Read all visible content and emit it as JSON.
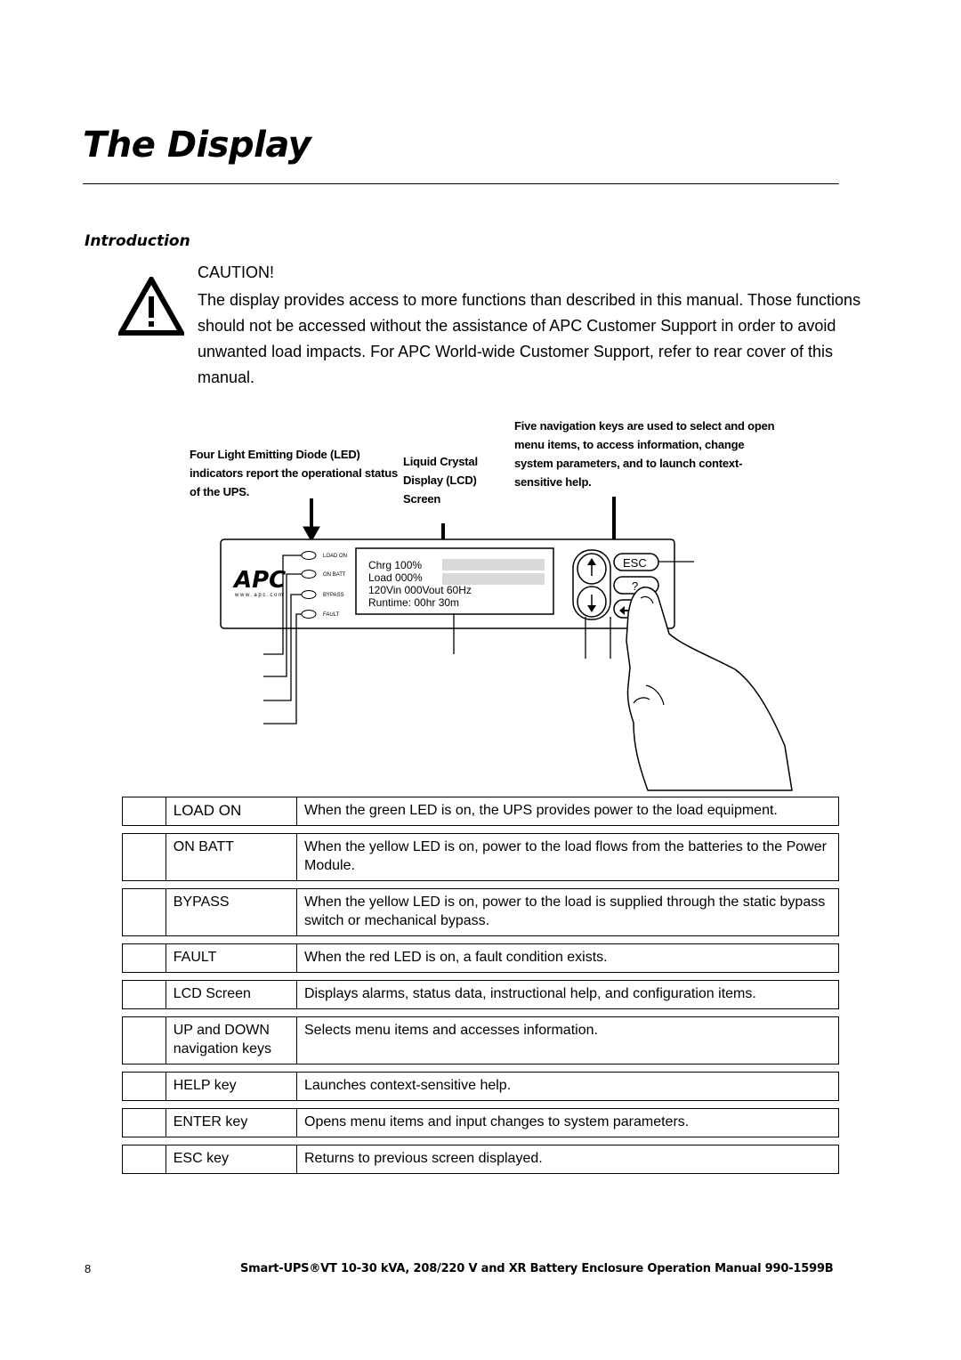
{
  "page": {
    "title": "The Display",
    "section": "Introduction"
  },
  "caution": {
    "heading": "CAUTION!",
    "body": "The display provides access to more functions than described in this manual. Those functions should not be accessed without the assistance of APC Customer Support in order to avoid unwanted load impacts. For APC World-wide Customer Support, refer to rear cover of this manual.",
    "icon": "warning-triangle-icon"
  },
  "callouts": {
    "led": "Four Light Emitting Diode (LED) indicators report the operational status of the UPS.",
    "lcd": "Liquid Crystal Display (LCD) Screen",
    "nav": "Five navigation keys are used to select and open menu items, to access information, change system parameters, and to launch context-sensitive help."
  },
  "panel": {
    "logo": "APC",
    "website": "w w w . a p c . c o m",
    "leds": [
      "LOAD ON",
      "ON BATT",
      "BYPASS",
      "FAULT"
    ],
    "lcd_lines": [
      "Chrg 100%",
      "Load 000%",
      "120Vin 000Vout 60Hz",
      "Runtime: 00hr 30m"
    ],
    "keys": {
      "esc": "ESC",
      "help": "?"
    }
  },
  "legend": [
    {
      "item": "LOAD ON",
      "desc": "When the green LED is on, the UPS provides power to the load equipment."
    },
    {
      "item": "ON BATT",
      "desc": "When the yellow LED is on, power to the load flows from the batteries to the Power Module."
    },
    {
      "item": "BYPASS",
      "desc": "When the yellow LED is on, power to the load is supplied through the static bypass switch or mechanical bypass."
    },
    {
      "item": "FAULT",
      "desc": "When the red LED is on, a fault condition exists."
    },
    {
      "item": "LCD Screen",
      "desc": "Displays alarms, status data, instructional help, and configuration items."
    },
    {
      "item": "UP and DOWN navigation keys",
      "desc": "Selects menu items and accesses information."
    },
    {
      "item": "HELP key",
      "desc": "Launches context-sensitive help."
    },
    {
      "item": "ENTER key",
      "desc": "Opens menu items and input changes to system parameters."
    },
    {
      "item": "ESC key",
      "desc": "Returns to previous screen displayed."
    }
  ],
  "footer": {
    "page_number": "8",
    "text": "Smart-UPS®VT 10-30 kVA, 208/220 V and XR Battery Enclosure Operation Manual   990-1599B"
  }
}
